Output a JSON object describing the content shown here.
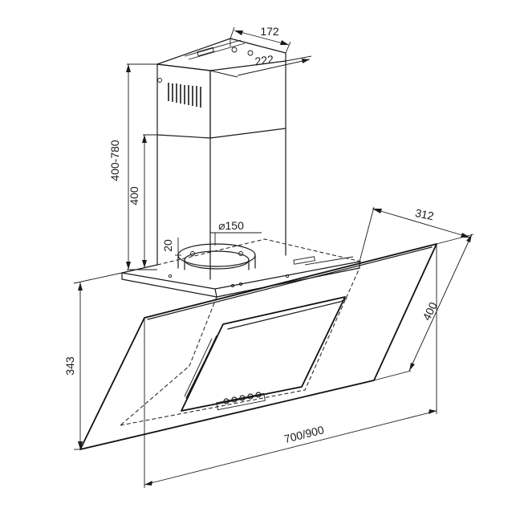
{
  "dimensions": {
    "chimney_depth": "172",
    "chimney_width": "222",
    "chimney_height_range": "400-780",
    "chimney_lower_height": "400",
    "outlet_diameter": "⌀150",
    "outlet_offset": "20",
    "canopy_depth": "312",
    "glass_height": "400",
    "body_height": "343",
    "hood_width": "700/900"
  }
}
